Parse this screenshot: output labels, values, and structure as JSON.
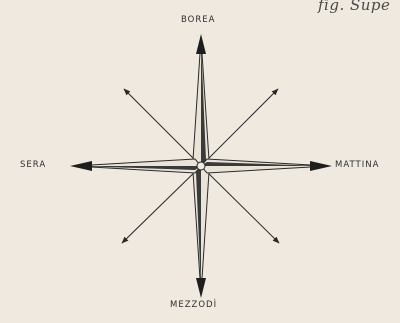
{
  "header": {
    "corner_text": "fig. Supe"
  },
  "compass": {
    "north": "BOREA",
    "south": "MEZZODÌ",
    "west": "SERA",
    "east": "MATTINA"
  }
}
